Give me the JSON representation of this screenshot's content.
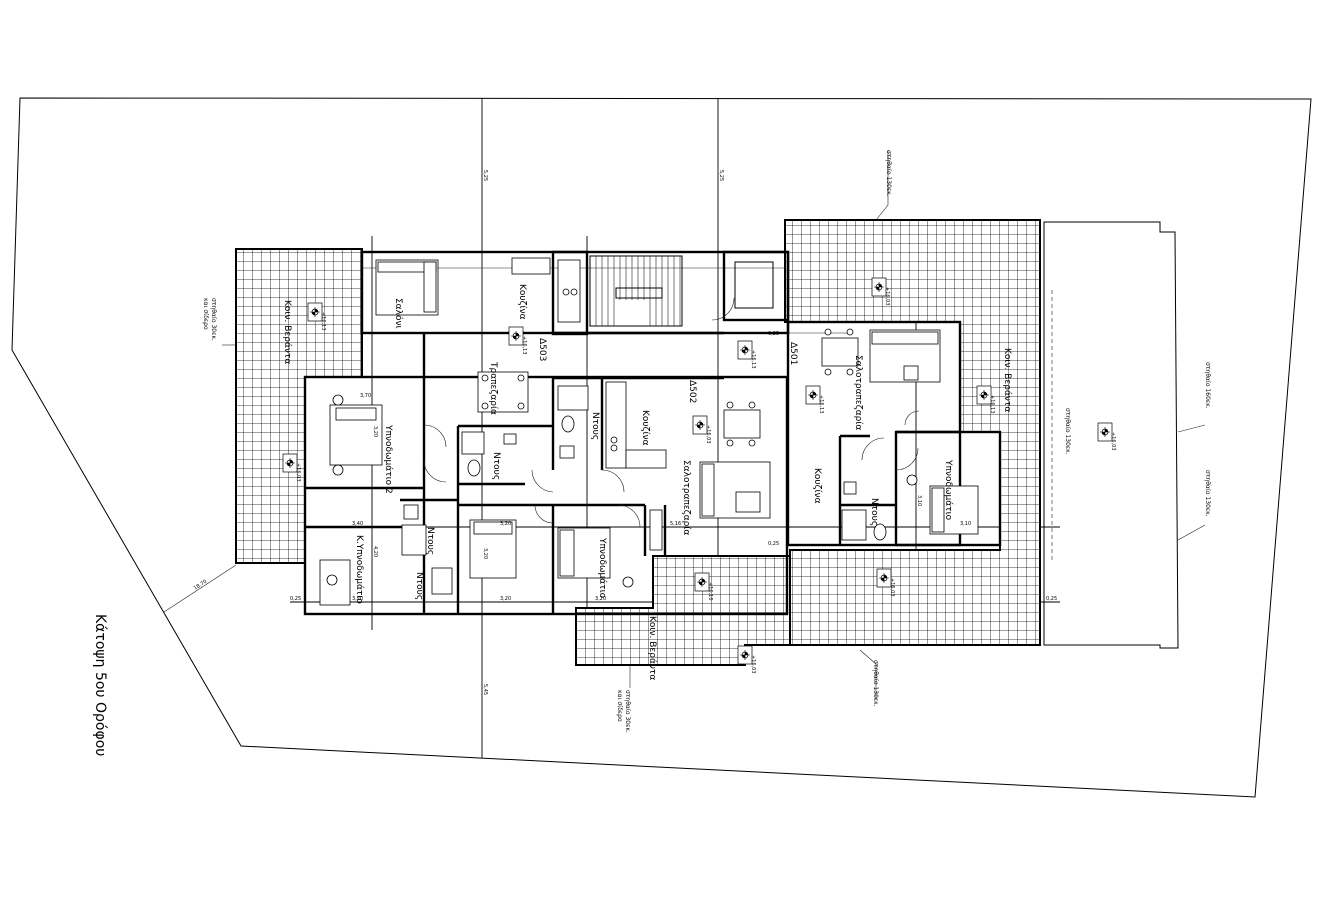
{
  "drawing": {
    "title": "Κάτοψη 5ου Ορόφου"
  },
  "rooms": [
    {
      "key": "salon_left",
      "label": "Σαλόνι"
    },
    {
      "key": "kitchen_left",
      "label": "Κουζίνα"
    },
    {
      "key": "dining_left",
      "label": "Τραπεζαρία"
    },
    {
      "key": "bedroom2",
      "label": "Υπνοδωμάτιο 2"
    },
    {
      "key": "shower_left",
      "label": "Ντους"
    },
    {
      "key": "master_bed",
      "label": "Κ.Υπνοδωμάτιο"
    },
    {
      "key": "shower_master",
      "label": "Ντους"
    },
    {
      "key": "wc_small",
      "label": "Ντους"
    },
    {
      "key": "shower_mid",
      "label": "Ντους"
    },
    {
      "key": "kitchen_mid",
      "label": "Κουζίνα"
    },
    {
      "key": "living_mid",
      "label": "Σαλοτραπεζαρία"
    },
    {
      "key": "bedroom_mid",
      "label": "Υπνοδωμάτιο"
    },
    {
      "key": "living_right",
      "label": "Σαλοτραπεζαρία"
    },
    {
      "key": "kitchen_right",
      "label": "Κουζίνα"
    },
    {
      "key": "shower_right",
      "label": "Ντους"
    },
    {
      "key": "bedroom_right",
      "label": "Υπνοδωμάτιο"
    },
    {
      "key": "veranda_left",
      "label": "Κοιν. Βεράντα"
    },
    {
      "key": "veranda_bottom",
      "label": "Κοιν. Βεράντα"
    },
    {
      "key": "veranda_right",
      "label": "Κοιν. Βεράντα"
    }
  ],
  "apartments": [
    {
      "key": "a503",
      "label": "Δ503"
    },
    {
      "key": "a502",
      "label": "Δ502"
    },
    {
      "key": "a501",
      "label": "Δ501"
    }
  ],
  "notes": [
    {
      "key": "railing_left",
      "line1": "στηθαίο 30εκ.",
      "line2": "και σίδερο"
    },
    {
      "key": "railing_bottom",
      "line1": "στηθαίο 30εκ.",
      "line2": "και σίδερο"
    },
    {
      "key": "railing_top",
      "line1": "στηθαίο 130εκ.",
      "line2": ""
    },
    {
      "key": "railing_right_top",
      "line1": "στηθαίο 160εκ.",
      "line2": ""
    },
    {
      "key": "railing_right_mid",
      "line1": "στηθαίο 130εκ.",
      "line2": ""
    },
    {
      "key": "railing_right_inner",
      "line1": "στηθαίο 130εκ.",
      "line2": ""
    },
    {
      "key": "railing_right_bottom",
      "line1": "στηθαίο 130εκ.",
      "line2": ""
    }
  ],
  "levels": [
    {
      "key": "lv1",
      "value": "+16,13"
    },
    {
      "key": "lv2",
      "value": "+16,13"
    },
    {
      "key": "lv3",
      "value": "+16,13"
    },
    {
      "key": "lv4",
      "value": "+16,03"
    },
    {
      "key": "lv5",
      "value": "+16,03"
    },
    {
      "key": "lv6",
      "value": "+16,13"
    },
    {
      "key": "lv7",
      "value": "+16,03"
    },
    {
      "key": "lv8",
      "value": "+16,13"
    },
    {
      "key": "lv9",
      "value": "+16,03"
    },
    {
      "key": "lv10",
      "value": "+16,03"
    },
    {
      "key": "lv11",
      "value": "+16,10"
    },
    {
      "key": "lv12",
      "value": "+16,03"
    }
  ],
  "dimensions": {
    "offset_left": "5,25",
    "offset_bottom": "5,45",
    "d_bed2_top": "3,70",
    "d_bed2_side": "3,20",
    "d_row1": "3,40",
    "d_row2": "3,20",
    "d_row3": "5,16",
    "d_row4": "3,10",
    "d_wall": "0,25",
    "d_bottom1": "3,20",
    "d_bottom2": "3,20",
    "d_bottom3": "3,20",
    "d_side1": "4,20",
    "d_side2": "3,20",
    "d_side3": "3,10",
    "d_diag": "18,70"
  }
}
